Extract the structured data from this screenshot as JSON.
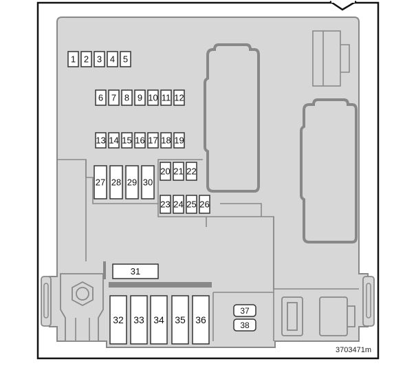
{
  "diagram": {
    "reference_code": "3703471m",
    "fuses": {
      "row1": [
        "1",
        "2",
        "3",
        "4",
        "5"
      ],
      "row2": [
        "6",
        "7",
        "8",
        "9",
        "10",
        "11",
        "12"
      ],
      "row3": [
        "13",
        "14",
        "15",
        "16",
        "17",
        "18",
        "19"
      ],
      "row4": [
        "20",
        "21",
        "22"
      ],
      "row5": [
        "23",
        "24",
        "25",
        "26"
      ],
      "tall_left": [
        "27",
        "28",
        "29",
        "30"
      ],
      "wide": [
        "31"
      ],
      "large": [
        "32",
        "33",
        "34",
        "35",
        "36"
      ],
      "small_bottom": [
        "37",
        "38"
      ]
    },
    "colors": {
      "housing_fill": "#d7d7d7",
      "outline": "#888888",
      "frame": "#111111",
      "fuse_fill": "#ffffff",
      "fuse_stroke": "#333333"
    }
  }
}
